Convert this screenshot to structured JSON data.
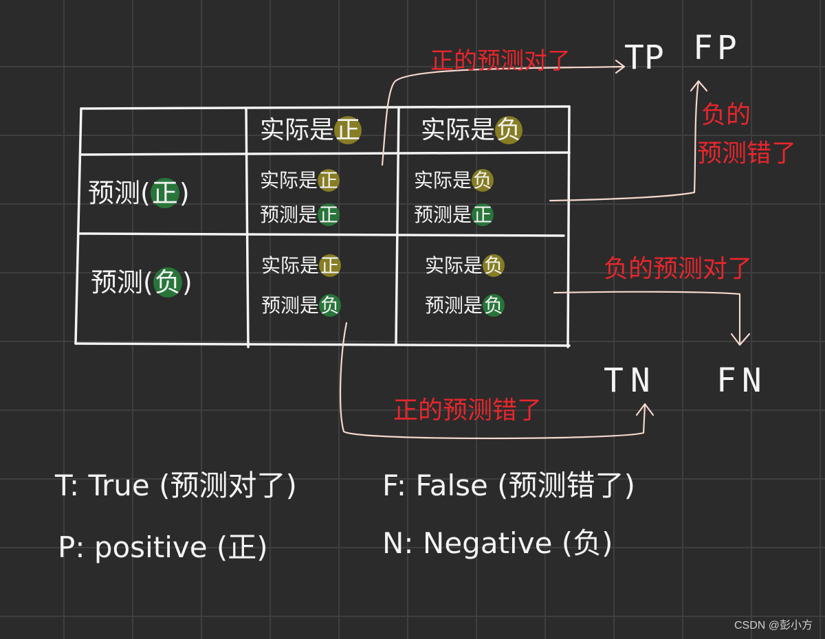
{
  "table": {
    "col_headers": [
      {
        "text": "实际是",
        "highlight": "正",
        "color": "#968c23"
      },
      {
        "text": "实际是",
        "highlight": "负",
        "color": "#968c23"
      }
    ],
    "row_headers": [
      {
        "text": "预测(",
        "highlight": "正",
        "tail": ")"
      },
      {
        "text": "预测(",
        "highlight": "负",
        "tail": ")"
      }
    ],
    "cells": [
      {
        "line1": "实际是",
        "h1": "正",
        "line2": "预测是",
        "h2": "正"
      },
      {
        "line1": "实际是",
        "h1": "负",
        "line2": "预测是",
        "h2": "正"
      },
      {
        "line1": "实际是",
        "h1": "正",
        "line2": "预测是",
        "h2": "负"
      },
      {
        "line1": "实际是",
        "h1": "负",
        "line2": "预测是",
        "h2": "负"
      }
    ]
  },
  "outcomes": {
    "tp": "TP",
    "fp": "FP",
    "tn": "TN",
    "fn": "FN"
  },
  "annotations": {
    "pos_correct": "正的预测对了",
    "neg_wrong_1": "负的",
    "neg_wrong_2": "预测错了",
    "neg_correct": "负的预测对了",
    "pos_wrong": "正的预测错了"
  },
  "legend": {
    "t": "T: True (预测对了)",
    "f": "F: False (预测错了)",
    "p": "P: positive (正)",
    "n": "N: Negative (负)"
  },
  "watermark": "CSDN @彭小方",
  "colors": {
    "background": "#2b2b2b",
    "ink": "#f4f4f4",
    "annotation": "#e8262c",
    "arrow": "#f6d9cf",
    "highlight_actual": "#968c23",
    "highlight_predicted": "#287d3c"
  }
}
